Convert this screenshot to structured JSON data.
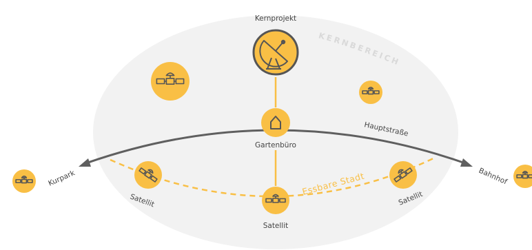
{
  "colors": {
    "zone_fill": "#f2f2f2",
    "node_fill": "#f9bf45",
    "icon_stroke": "#555555",
    "main_path": "#5f5f5f",
    "edible_path": "#f9bf45",
    "label": "#444444",
    "zone_label": "#d9d9d9"
  },
  "zone": {
    "label": "KERNBEREICH"
  },
  "nodes": {
    "core": {
      "label": "Kernprojekt",
      "icon": "satellite-dish-icon"
    },
    "office": {
      "label": "Gartenbüro",
      "icon": "house-icon"
    },
    "satellite_left": {
      "label": "Satellit",
      "icon": "satellite-icon"
    },
    "satellite_center": {
      "label": "Satellit",
      "icon": "satellite-icon"
    },
    "satellite_right": {
      "label": "Satellit",
      "icon": "satellite-icon"
    },
    "satellite_top_left": {
      "label": "",
      "icon": "satellite-icon"
    },
    "satellite_top_right": {
      "label": "",
      "icon": "satellite-icon"
    },
    "satellite_far_left": {
      "label": "",
      "icon": "satellite-icon"
    },
    "satellite_far_right": {
      "label": "",
      "icon": "satellite-icon"
    }
  },
  "paths": {
    "main_street": "Hauptstraße",
    "edible_city": "Essbare Stadt",
    "left_end": "Kurpark",
    "right_end": "Bahnhof"
  }
}
